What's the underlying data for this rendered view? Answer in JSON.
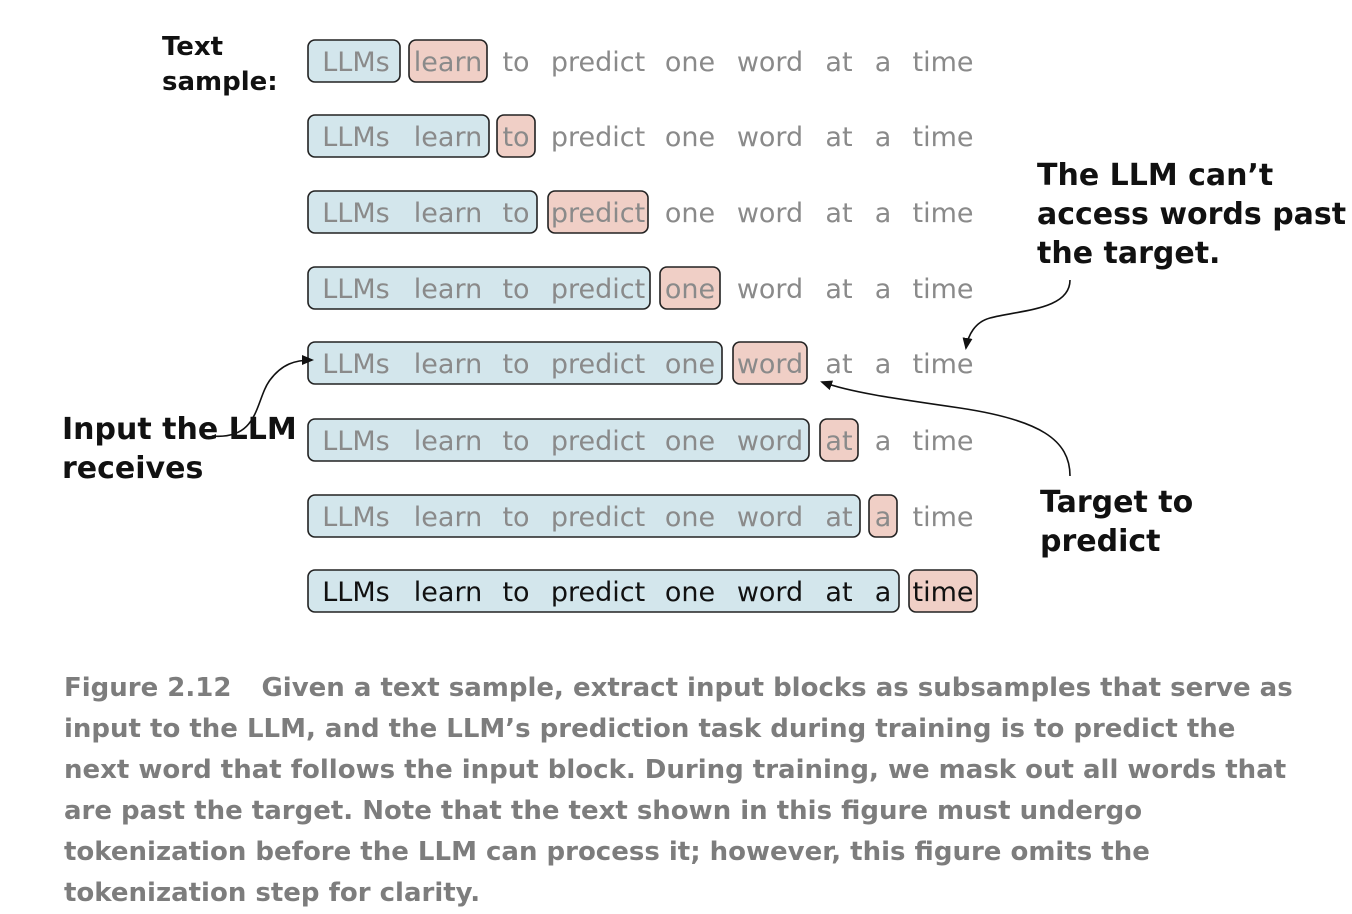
{
  "text_sample_label": "Text sample:",
  "words": [
    "LLMs",
    "learn",
    "to",
    "predict",
    "one",
    "word",
    "at",
    "a",
    "time"
  ],
  "rows": [
    {
      "input_count": 1,
      "target_index": 1
    },
    {
      "input_count": 2,
      "target_index": 2
    },
    {
      "input_count": 3,
      "target_index": 3
    },
    {
      "input_count": 4,
      "target_index": 4
    },
    {
      "input_count": 5,
      "target_index": 5
    },
    {
      "input_count": 6,
      "target_index": 6
    },
    {
      "input_count": 7,
      "target_index": 7
    },
    {
      "input_count": 8,
      "target_index": 8
    }
  ],
  "annotations": {
    "past_target": "The LLM can’t access words past the target.",
    "input": "Input the LLM receives",
    "target": "Target to predict"
  },
  "caption": {
    "number": "Figure 2.12",
    "text": "Given a text sample, extract input blocks as subsamples that serve as input to the LLM, and the LLM’s prediction task during training is to predict the next word that follows the input block. During training, we mask out all words that are past the target. Note that the text shown in this figure must undergo tokenization before the LLM can process it; however, this figure omits the tokenization step for clarity."
  },
  "colors": {
    "input_fill": "#d3e6ec",
    "target_fill": "#f0cfc6",
    "masked_text": "#8a8a8a",
    "visible_text": "#111111",
    "box_stroke": "#222222"
  }
}
